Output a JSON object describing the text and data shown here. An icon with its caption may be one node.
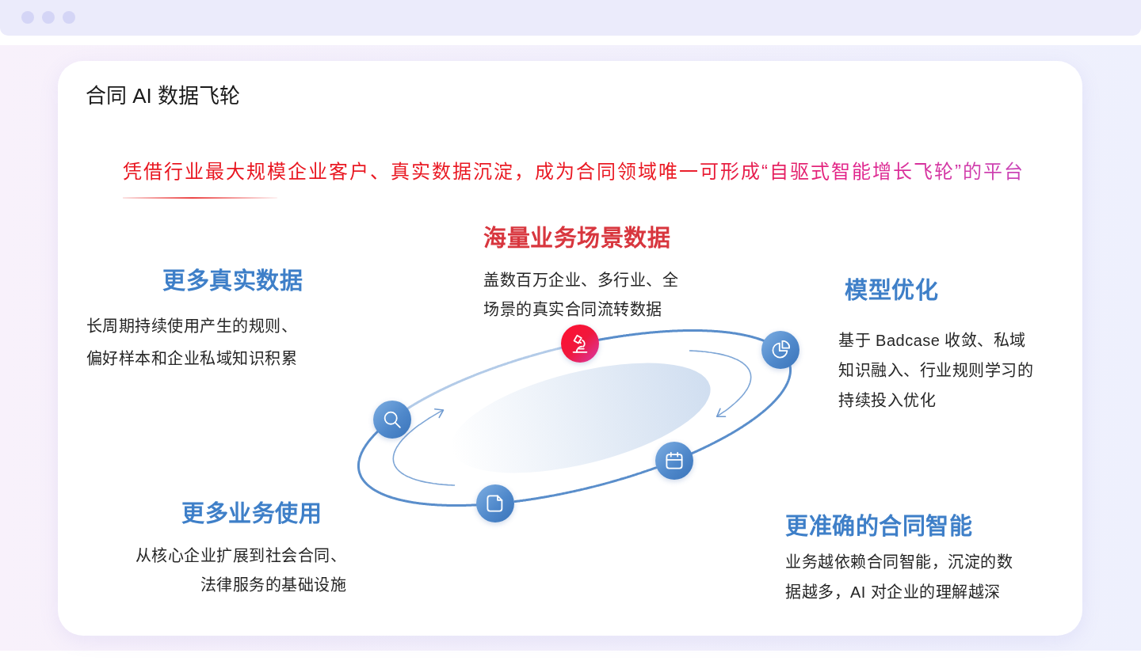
{
  "diagram": {
    "title": "合同 AI 数据飞轮",
    "nodes": [
      {
        "text": [],
        "shape": "circle",
        "beside": [
          "海量业务场景数据",
          "盖数百万企业、多行业、全场景的真实合同流转数据"
        ]
      },
      {
        "text": [],
        "shape": "circle",
        "beside": [
          "模型优化",
          "基于 Badcase 收敛、私域知识融入、行业规则学习的持续投入优化"
        ]
      },
      {
        "text": [],
        "shape": "circle",
        "beside": [
          "更准确的合同智能",
          "业务越依赖合同智能，沉淀的数据越多，AI 对企业的理解越深"
        ]
      },
      {
        "text": [],
        "shape": "circle",
        "beside": [
          "更多业务使用",
          "从核心企业扩展到社会合同、法律服务的基础设施"
        ]
      },
      {
        "text": [],
        "shape": "circle",
        "beside": [
          "更多真实数据",
          "长周期持续使用产生的规则、偏好样本和企业私域知识积累"
        ]
      }
    ],
    "edges": [
      {
        "from": 0,
        "to": 1,
        "arrow": "none"
      },
      {
        "from": 1,
        "to": 2,
        "arrow": "none"
      },
      {
        "from": 2,
        "to": 3,
        "arrow": "none"
      },
      {
        "from": 3,
        "to": 4,
        "arrow": "none"
      },
      {
        "from": 4,
        "to": 0,
        "arrow": "none",
        "color": "#b3cbe8"
      }
    ],
    "labels": [
      "凭借行业最大规模企业客户、真实数据沉淀，成为合同领域唯一可形成“自驱式智能增长飞轮”的平台"
    ]
  }
}
